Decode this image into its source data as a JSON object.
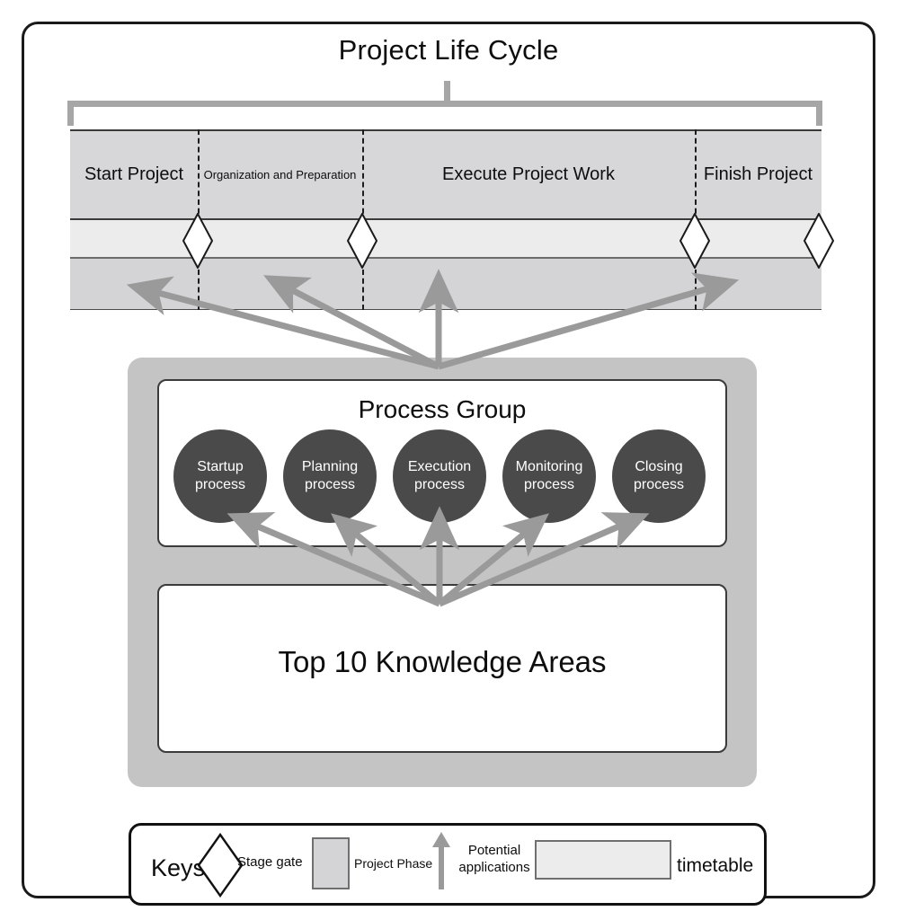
{
  "diagram": {
    "title": "Project Life Cycle",
    "accent_gray": "#a6a6a6",
    "phase_band_color": "#d7d7d9",
    "timetable_band_color": "#ececec",
    "process_circle_color": "#4a4a4a",
    "panel_color": "#c4c4c4",
    "arrow_color": "#9a9a9a"
  },
  "life_cycle": {
    "phases": [
      {
        "label": "Start Project",
        "size": "big"
      },
      {
        "label": "Organization and Preparation",
        "size": "small"
      },
      {
        "label": "Execute Project Work",
        "size": "big"
      },
      {
        "label": "Finish Project",
        "size": "big"
      }
    ],
    "stage_gate_count": 4
  },
  "process_group": {
    "title": "Process Group",
    "processes": [
      {
        "line1": "Startup",
        "line2": "process"
      },
      {
        "line1": "Planning",
        "line2": "process"
      },
      {
        "line1": "Execution",
        "line2": "process"
      },
      {
        "line1": "Monitoring",
        "line2": "process"
      },
      {
        "line1": "Closing",
        "line2": "process"
      }
    ]
  },
  "knowledge_areas": {
    "title": "Top 10 Knowledge Areas"
  },
  "keys": {
    "label": "Keys：",
    "items": [
      {
        "icon": "diamond",
        "text": "Stage gate"
      },
      {
        "icon": "gray-square",
        "text": "Project Phase"
      },
      {
        "icon": "up-arrow",
        "text_line1": "Potential",
        "text_line2": "applications"
      },
      {
        "icon": "light-rectangle",
        "text": "timetable"
      }
    ]
  }
}
